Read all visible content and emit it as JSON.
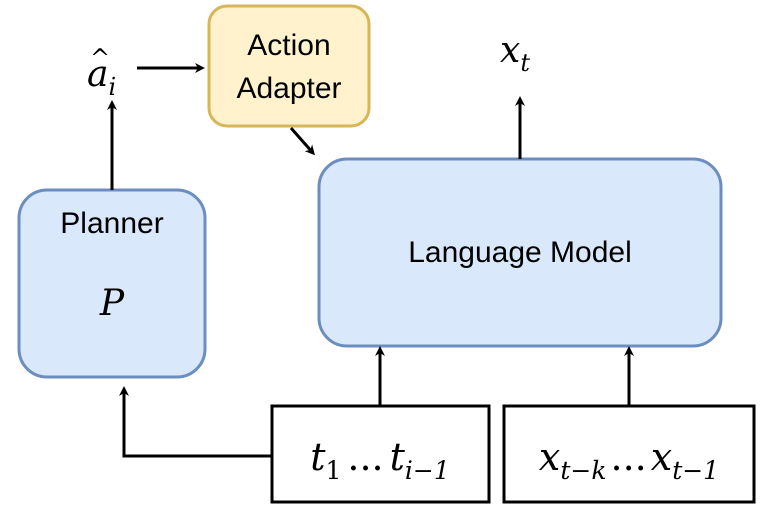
{
  "nodes": {
    "planner": {
      "title": "Planner",
      "symbol": "P",
      "fill": "#dae8fc",
      "stroke": "#6c8ebf"
    },
    "action_adapter": {
      "line1": "Action",
      "line2": "Adapter",
      "fill": "#fff2cc",
      "stroke": "#d6b656"
    },
    "language_model": {
      "title": "Language Model",
      "fill": "#dae8fc",
      "stroke": "#6c8ebf"
    },
    "plan_tokens": {
      "base1": "t",
      "sub1": "1",
      "dots": "...",
      "base2": "t",
      "sub2": "i−1"
    },
    "context_tokens": {
      "base1": "x",
      "sub1": "t−k",
      "dots": "...",
      "base2": "x",
      "sub2": "t−1"
    }
  },
  "outputs": {
    "action_hat": {
      "base": "a",
      "hat": "^",
      "sub": "i"
    },
    "next_token": {
      "base": "x",
      "sub": "t"
    }
  },
  "colors": {
    "edge": "#000000"
  }
}
